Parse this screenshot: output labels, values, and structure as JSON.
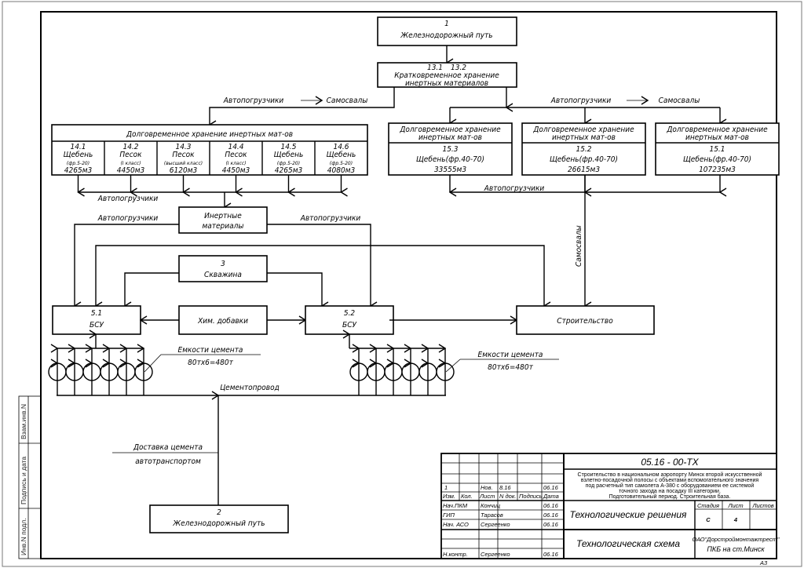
{
  "diagram": {
    "railway_top": {
      "num": "1",
      "label": "Железнодорожный путь"
    },
    "short_storage": {
      "num_a": "13.1",
      "num_b": "13.2",
      "line1": "Кратковременное хранение",
      "line2": "инертных материалов"
    },
    "transport_left": {
      "from": "Автопогрузчики",
      "to": "Самосвалы"
    },
    "transport_right": {
      "from": "Автопогрузчики",
      "to": "Самосвалы"
    },
    "long_storage_left": {
      "title": "Долговременное хранение инертных мат-ов",
      "cells": [
        {
          "num": "14.1",
          "name": "Щебень",
          "sub": "(фр.5-20)",
          "volume": "4265м3"
        },
        {
          "num": "14.2",
          "name": "Песок",
          "sub": "(I класс)",
          "volume": "4450м3"
        },
        {
          "num": "14.3",
          "name": "Песок",
          "sub": "(высший класс)",
          "volume": "6120м3"
        },
        {
          "num": "14.4",
          "name": "Песок",
          "sub": "(I класс)",
          "volume": "4450м3"
        },
        {
          "num": "14.5",
          "name": "Щебень",
          "sub": "(фр.5-20)",
          "volume": "4265м3"
        },
        {
          "num": "14.6",
          "name": "Щебень",
          "sub": "(фр.5-20)",
          "volume": "4080м3"
        }
      ]
    },
    "long_storage_right": [
      {
        "title1": "Долговременное хранение",
        "title2": "инертных мат-ов",
        "num": "15.3",
        "name": "Щебень(фр.40-70)",
        "volume": "33555м3"
      },
      {
        "title1": "Долговременное хранение",
        "title2": "инертных мат-ов",
        "num": "15.2",
        "name": "Щебень(фр.40-70)",
        "volume": "26615м3"
      },
      {
        "title1": "Долговременное хранение",
        "title2": "инертных мат-ов",
        "num": "15.1",
        "name": "Щебень(фр.40-70)",
        "volume": "107235м3"
      }
    ],
    "loaders_left": "Автопогрузчики",
    "loaders_right": "Автопогрузчики",
    "inert": {
      "line1": "Инертные",
      "line2": "материалы"
    },
    "loaders_to_bsu1": "Автопогрузчики",
    "loaders_to_bsu2": "Автопогрузчики",
    "well": {
      "num": "3",
      "label": "Скважина"
    },
    "bsu1": {
      "num": "5.1",
      "label": "БСУ"
    },
    "bsu2": {
      "num": "5.2",
      "label": "БСУ"
    },
    "chem": "Хим. добавки",
    "construction": "Строительство",
    "dump_trucks_vertical": "Самосвалы",
    "cement_tanks_left": {
      "label": "Емкости цемента",
      "capacity": "80тх6=480т"
    },
    "cement_tanks_right": {
      "label": "Емкости цемента",
      "capacity": "80тх6=480т"
    },
    "cement_pipe": "Цементопровод",
    "delivery": {
      "line1": "Доставка цемента",
      "line2": "автотранспортом"
    },
    "railway_bottom": {
      "num": "2",
      "label": "Железнодорожный путь"
    }
  },
  "side_stamp": [
    "Взам.инв.N",
    "Подпись и дата",
    "Инв.N подл."
  ],
  "title_block": {
    "doc_code": "05.16 - 00-ТХ",
    "description": [
      "Строительство в национальном аэропорту Минск второй искусственной",
      "взлетно-посадочной полосы с объектами вспомогательного значения",
      "под расчетный тип самолета А-380 с оборудованием ее системой",
      "точного захода на посадку III категории.",
      "Подготовительный период. Строительная база."
    ],
    "revision_row": {
      "izm": "1",
      "kol": "",
      "list": "Нов.",
      "ndoc": "8.16",
      "podpis": "",
      "data": "06.16"
    },
    "headers": {
      "izm": "Изм.",
      "kol": "Кол.",
      "list": "Лист",
      "ndoc": "N док.",
      "podpis": "Подпись",
      "data": "Дата"
    },
    "people": [
      {
        "role": "Нач.ПКМ",
        "name": "Кончиц",
        "date": "06.16"
      },
      {
        "role": "ГИП",
        "name": "Тарасов",
        "date": "06.16"
      },
      {
        "role": "Нач. АСО",
        "name": "Сергеенко",
        "date": "06.16"
      },
      {
        "role": "",
        "name": "",
        "date": ""
      },
      {
        "role": "",
        "name": "",
        "date": ""
      },
      {
        "role": "Н.контр.",
        "name": "Сергеенко",
        "date": "06.16"
      }
    ],
    "section": "Технологические решения",
    "sheet_title": "Технологическая схема",
    "stage_label": "Стадия",
    "sheet_label": "Лист",
    "sheets_label": "Листов",
    "stage": "С",
    "sheet": "4",
    "sheets": "",
    "org1": "ОАО\"Дорстроймонтажтрест\"",
    "org2": "ПКБ на ст.Минск",
    "format": "А3"
  }
}
